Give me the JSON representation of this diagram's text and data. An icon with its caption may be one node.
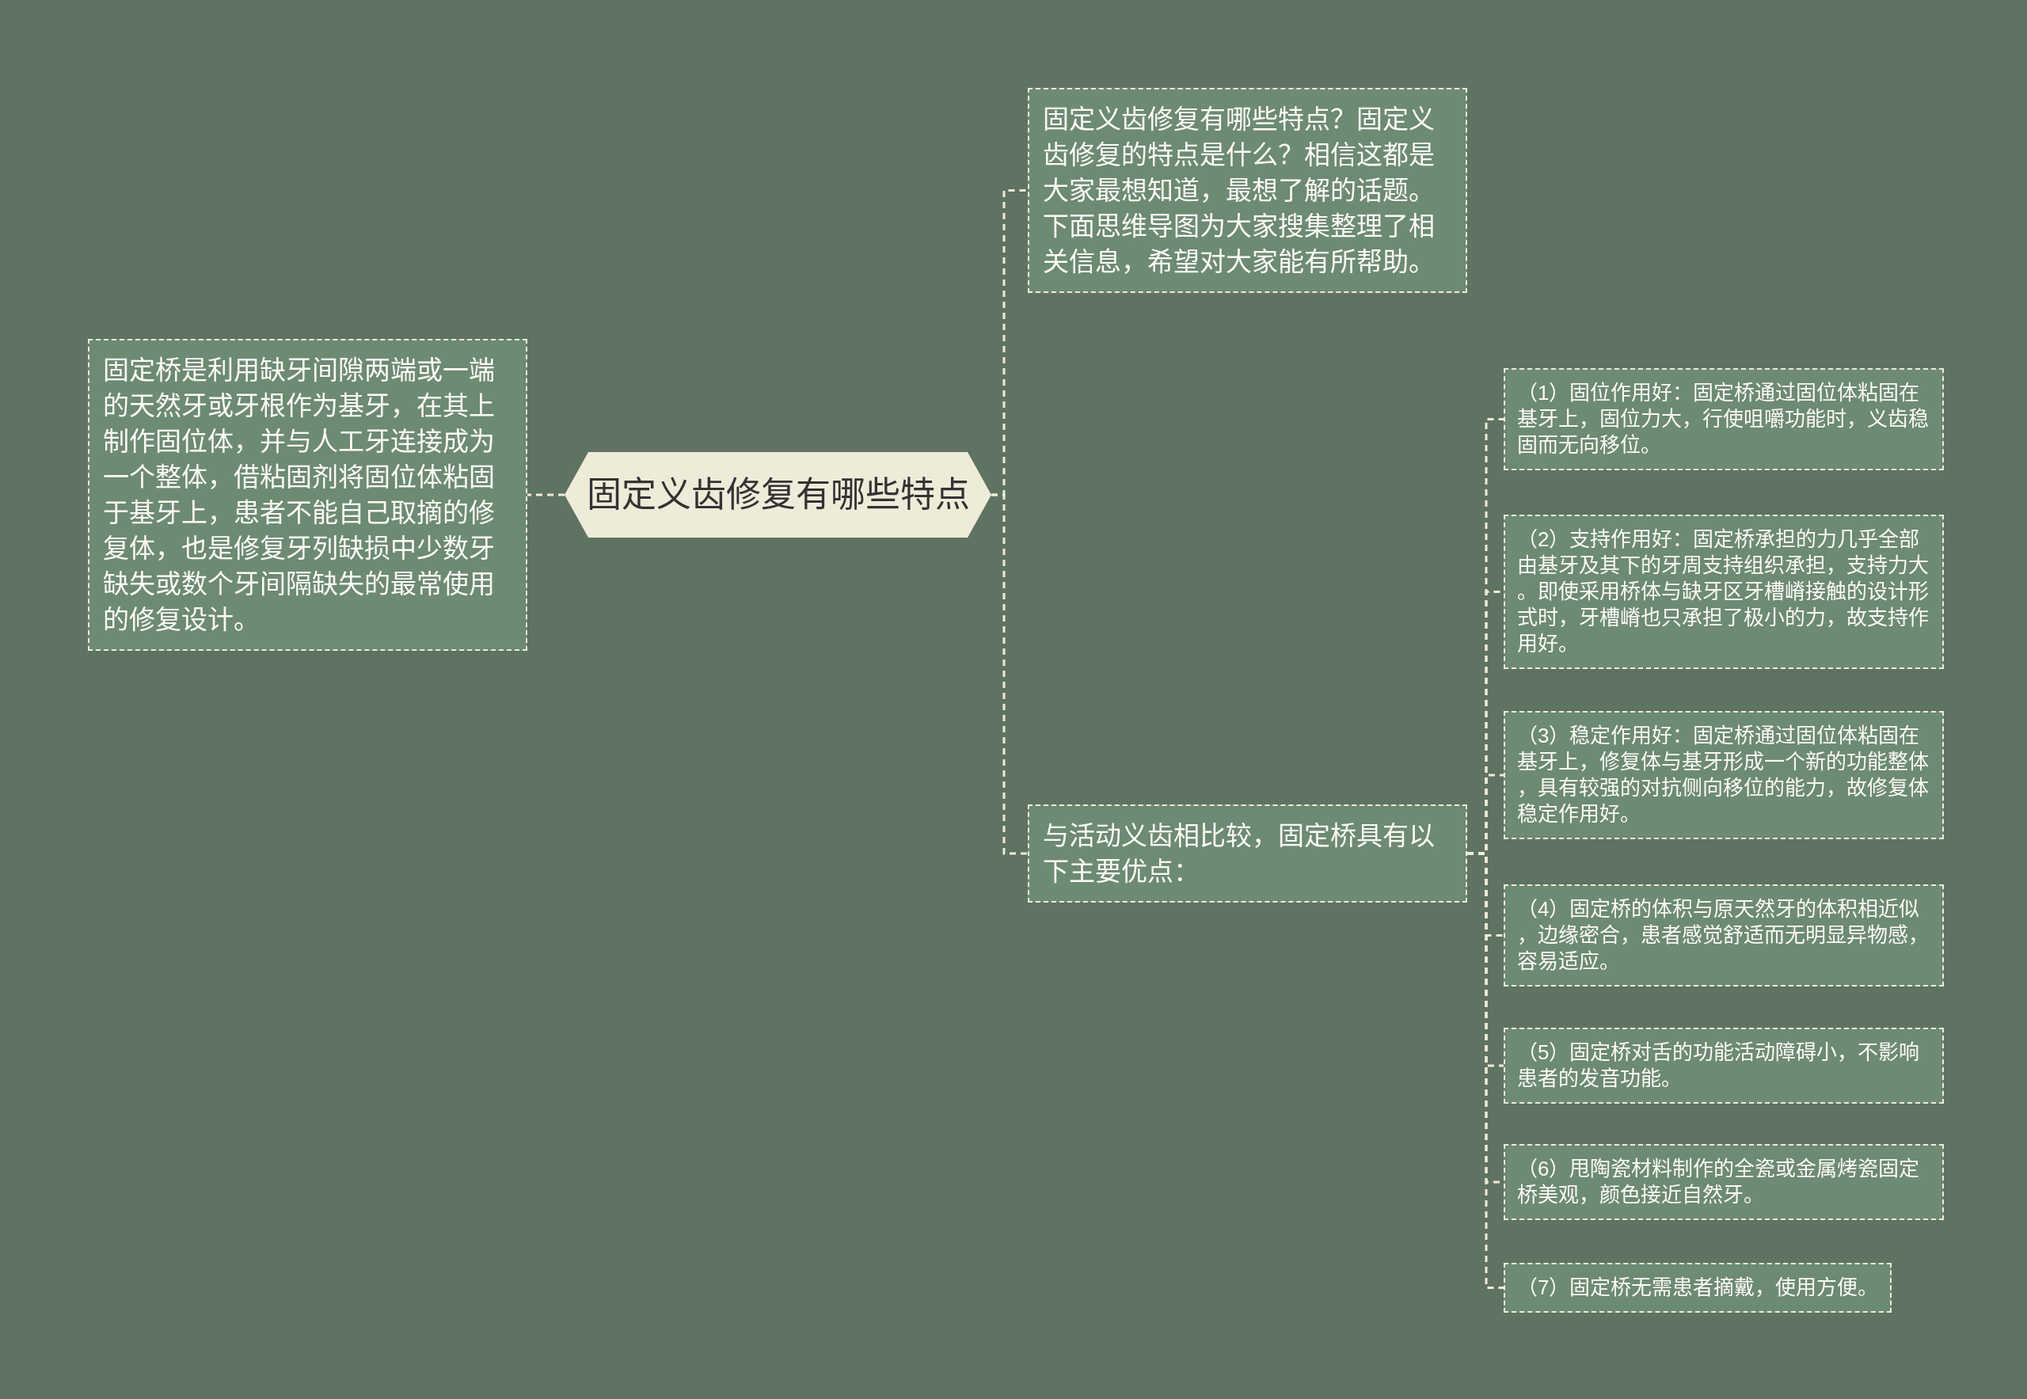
{
  "diagram": {
    "nodes": [
      {
        "text": [
          "固定义齿修复有哪些特点"
        ]
      },
      {
        "text": [
          "固定桥是利用缺牙间隙两端或一端的天然牙或牙根作为基牙，在其上制作固位体，并与人工牙连接成为一个整体，借粘固剂将固位体粘固于基牙上，患者不能自己取摘的修复体，也是修复牙列缺损中少数牙缺失或数个牙间隔缺失的最常使用的修复设计。"
        ]
      },
      {
        "text": [
          "固定义齿修复有哪些特点？固定义齿修复的特点是什么？相信这都是大家最想知道，最想了解的话题。下面思维导图为大家搜集整理了相关信息，希望对大家能有所帮助。"
        ]
      },
      {
        "text": [
          "与活动义齿相比较，固定桥具有以下主要优点："
        ]
      },
      {
        "text": [
          "（1）固位作用好：固定桥通过固位体粘固在基牙上，固位力大，行使咀嚼功能时，义齿稳固而无向移位。"
        ]
      },
      {
        "text": [
          "（2）支持作用好：固定桥承担的力几乎全部由基牙及其下的牙周支持组织承担，支持力大。即使采用桥体与缺牙区牙槽嵴接触的设计形式时，牙槽嵴也只承担了极小的力，故支持作用好。"
        ]
      },
      {
        "text": [
          "（3）稳定作用好：固定桥通过固位体粘固在基牙上，修复体与基牙形成一个新的功能整体，具有较强的对抗侧向移位的能力，故修复体稳定作用好。"
        ]
      },
      {
        "text": [
          "（4）固定桥的体积与原天然牙的体积相近似，边缘密合，患者感觉舒适而无明显异物感，容易适应。"
        ]
      },
      {
        "text": [
          "（5）固定桥对舌的功能活动障碍小，不影响患者的发音功能。"
        ]
      },
      {
        "text": [
          "（6）甩陶瓷材料制作的全瓷或金属烤瓷固定桥美观，颜色接近自然牙。"
        ]
      },
      {
        "text": [
          "（7）固定桥无需患者摘戴，使用方便。"
        ]
      }
    ],
    "edges": [
      {
        "from": 0,
        "to": 1,
        "arrow": "none"
      },
      {
        "from": 0,
        "to": 2,
        "arrow": "none"
      },
      {
        "from": 0,
        "to": 3,
        "arrow": "none"
      },
      {
        "from": 3,
        "to": 4,
        "arrow": "none"
      },
      {
        "from": 3,
        "to": 5,
        "arrow": "none"
      },
      {
        "from": 3,
        "to": 6,
        "arrow": "none"
      },
      {
        "from": 3,
        "to": 7,
        "arrow": "none"
      },
      {
        "from": 3,
        "to": 8,
        "arrow": "none"
      },
      {
        "from": 3,
        "to": 9,
        "arrow": "none"
      },
      {
        "from": 3,
        "to": 10,
        "arrow": "none"
      }
    ]
  }
}
